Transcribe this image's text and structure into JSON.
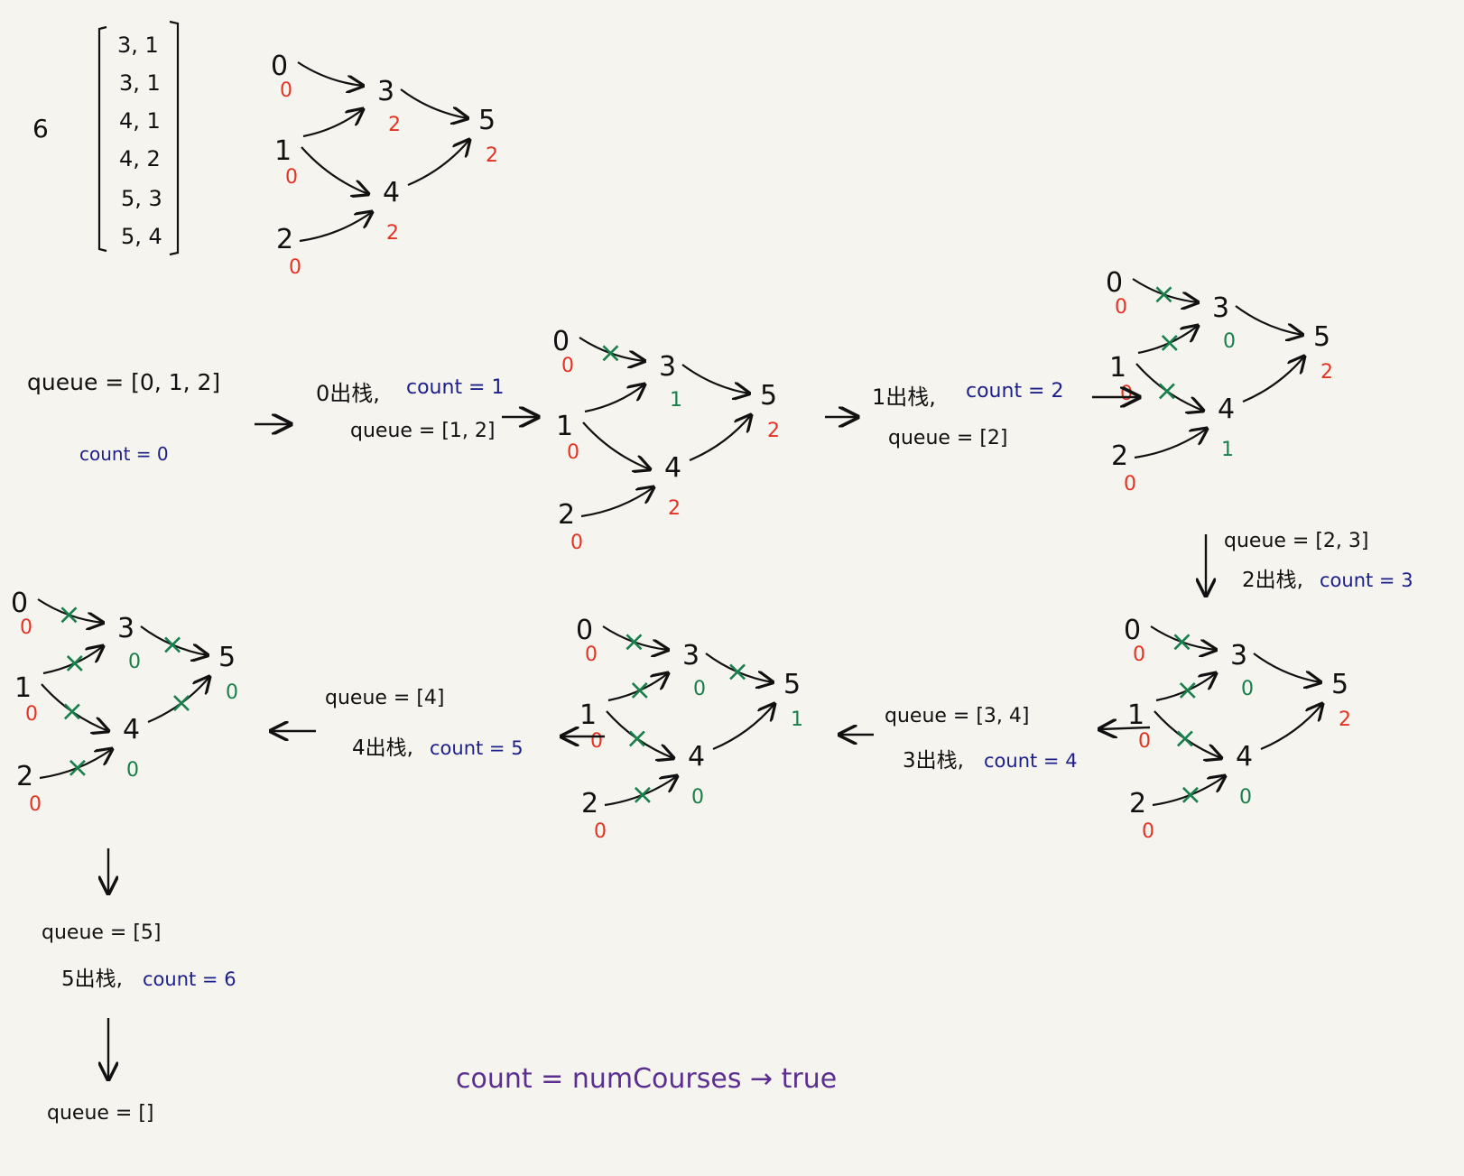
{
  "colors": {
    "ink": "#111111",
    "indegree": "#e33323",
    "indegree_updated": "#17804a",
    "cross": "#17804a",
    "count": "#1c1f8a",
    "conclusion": "#5b2e91",
    "paper": "#f6f4ef"
  },
  "input": {
    "num_courses": "6",
    "prerequisites": [
      "3, 1",
      "3, 1",
      "4, 1",
      "4, 2",
      "5, 3",
      "5, 4"
    ]
  },
  "node_labels": [
    "0",
    "1",
    "2",
    "3",
    "4",
    "5"
  ],
  "graphs": [
    {
      "indegrees": [
        "0",
        "0",
        "0",
        "2",
        "2",
        "2"
      ],
      "updated": [
        false,
        false,
        false,
        false,
        false,
        false
      ],
      "crossed": []
    },
    {
      "indegrees": [
        "0",
        "0",
        "0",
        "1",
        "2",
        "2"
      ],
      "updated": [
        false,
        false,
        false,
        true,
        false,
        false
      ],
      "crossed": [
        "0-3"
      ]
    },
    {
      "indegrees": [
        "0",
        "0",
        "0",
        "0",
        "1",
        "2"
      ],
      "updated": [
        false,
        false,
        false,
        true,
        true,
        false
      ],
      "crossed": [
        "0-3",
        "1-3",
        "1-4"
      ]
    },
    {
      "indegrees": [
        "0",
        "0",
        "0",
        "0",
        "0",
        "2"
      ],
      "updated": [
        false,
        false,
        false,
        true,
        true,
        false
      ],
      "crossed": [
        "0-3",
        "1-3",
        "1-4",
        "2-4"
      ]
    },
    {
      "indegrees": [
        "0",
        "0",
        "0",
        "0",
        "0",
        "1"
      ],
      "updated": [
        false,
        false,
        false,
        true,
        true,
        true
      ],
      "crossed": [
        "0-3",
        "1-3",
        "1-4",
        "2-4",
        "3-5"
      ]
    },
    {
      "indegrees": [
        "0",
        "0",
        "0",
        "0",
        "0",
        "0"
      ],
      "updated": [
        false,
        false,
        false,
        true,
        true,
        true
      ],
      "crossed": [
        "0-3",
        "1-3",
        "1-4",
        "2-4",
        "3-5",
        "4-5"
      ]
    }
  ],
  "steps": {
    "initial_queue": "queue = [0, 1, 2]",
    "initial_count": "count = 0",
    "s1_pop": "0出栈,",
    "s1_count": "count = 1",
    "s1_queue": "queue = [1, 2]",
    "s2_pop": "1出栈,",
    "s2_count": "count = 2",
    "s2_queue": "queue = [2]",
    "s3_queue": "queue = [2, 3]",
    "s3_pop": "2出栈,",
    "s3_count": "count = 3",
    "s4_queue": "queue = [3, 4]",
    "s4_pop": "3出栈,",
    "s4_count": "count = 4",
    "s5_queue": "queue = [4]",
    "s5_pop": "4出栈,",
    "s5_count": "count = 5",
    "s6_queue": "queue = [5]",
    "s6_pop": "5出栈,",
    "s6_count": "count = 6",
    "final_queue": "queue = []"
  },
  "conclusion": "count = numCourses → true"
}
